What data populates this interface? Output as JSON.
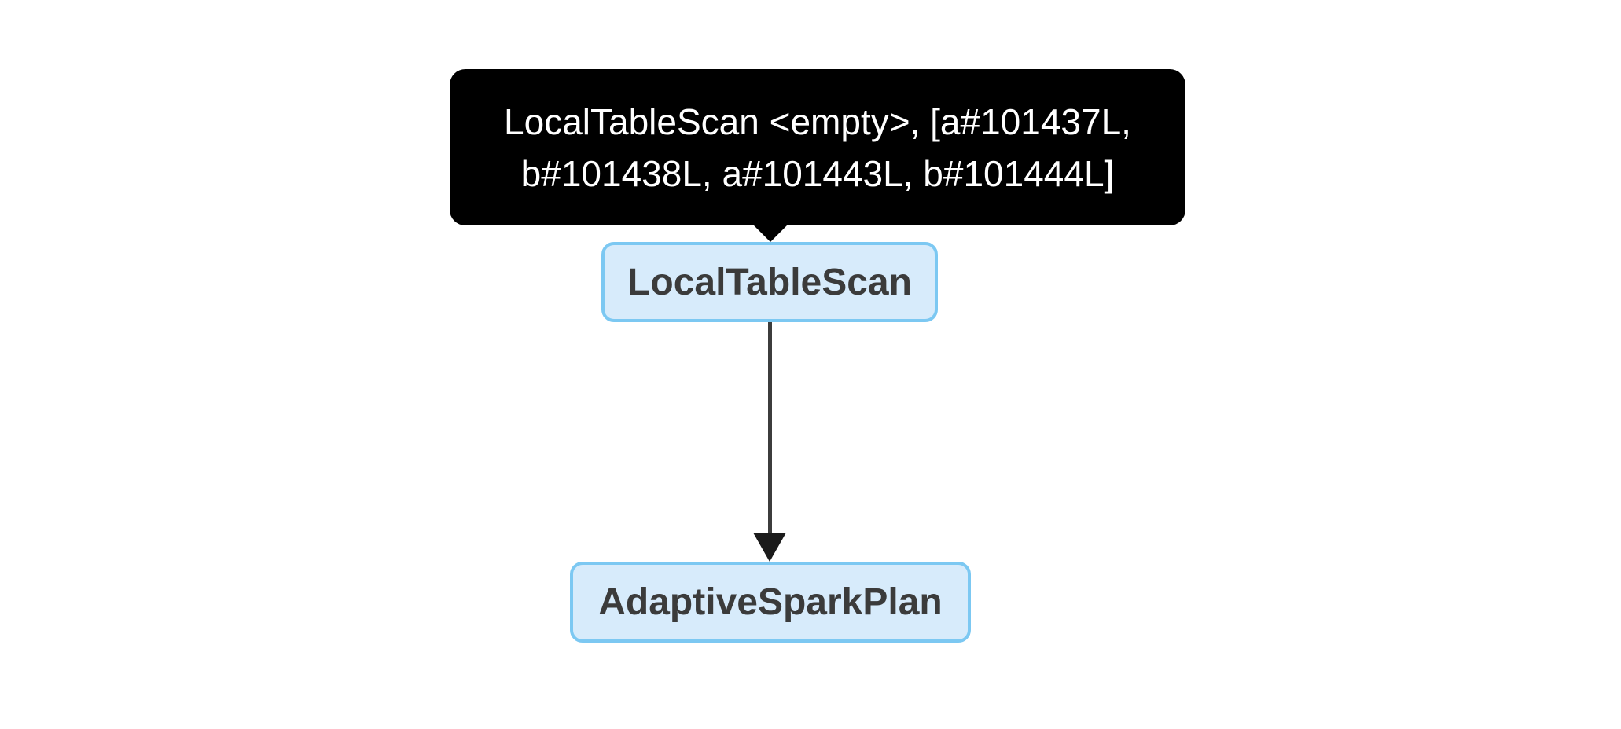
{
  "diagram": {
    "tooltip": {
      "lines": [
        "LocalTableScan <empty>, [a#101437L,",
        "b#101438L, a#101443L, b#101444L]"
      ]
    },
    "nodes": [
      {
        "label": "LocalTableScan"
      },
      {
        "label": "AdaptiveSparkPlan"
      }
    ],
    "edge": {
      "from": "LocalTableScan",
      "to": "AdaptiveSparkPlan"
    }
  },
  "colors": {
    "canvas-bg": "#FFFFFF",
    "tooltip-bg": "#000000",
    "tooltip-text": "#FFFFFF",
    "node-fill": "#D7EBFB",
    "node-border": "#7CC8F2",
    "node-text": "#3B3B3B",
    "edge-color": "#3C3C3C",
    "arrowhead-color": "#1B1B1B"
  }
}
